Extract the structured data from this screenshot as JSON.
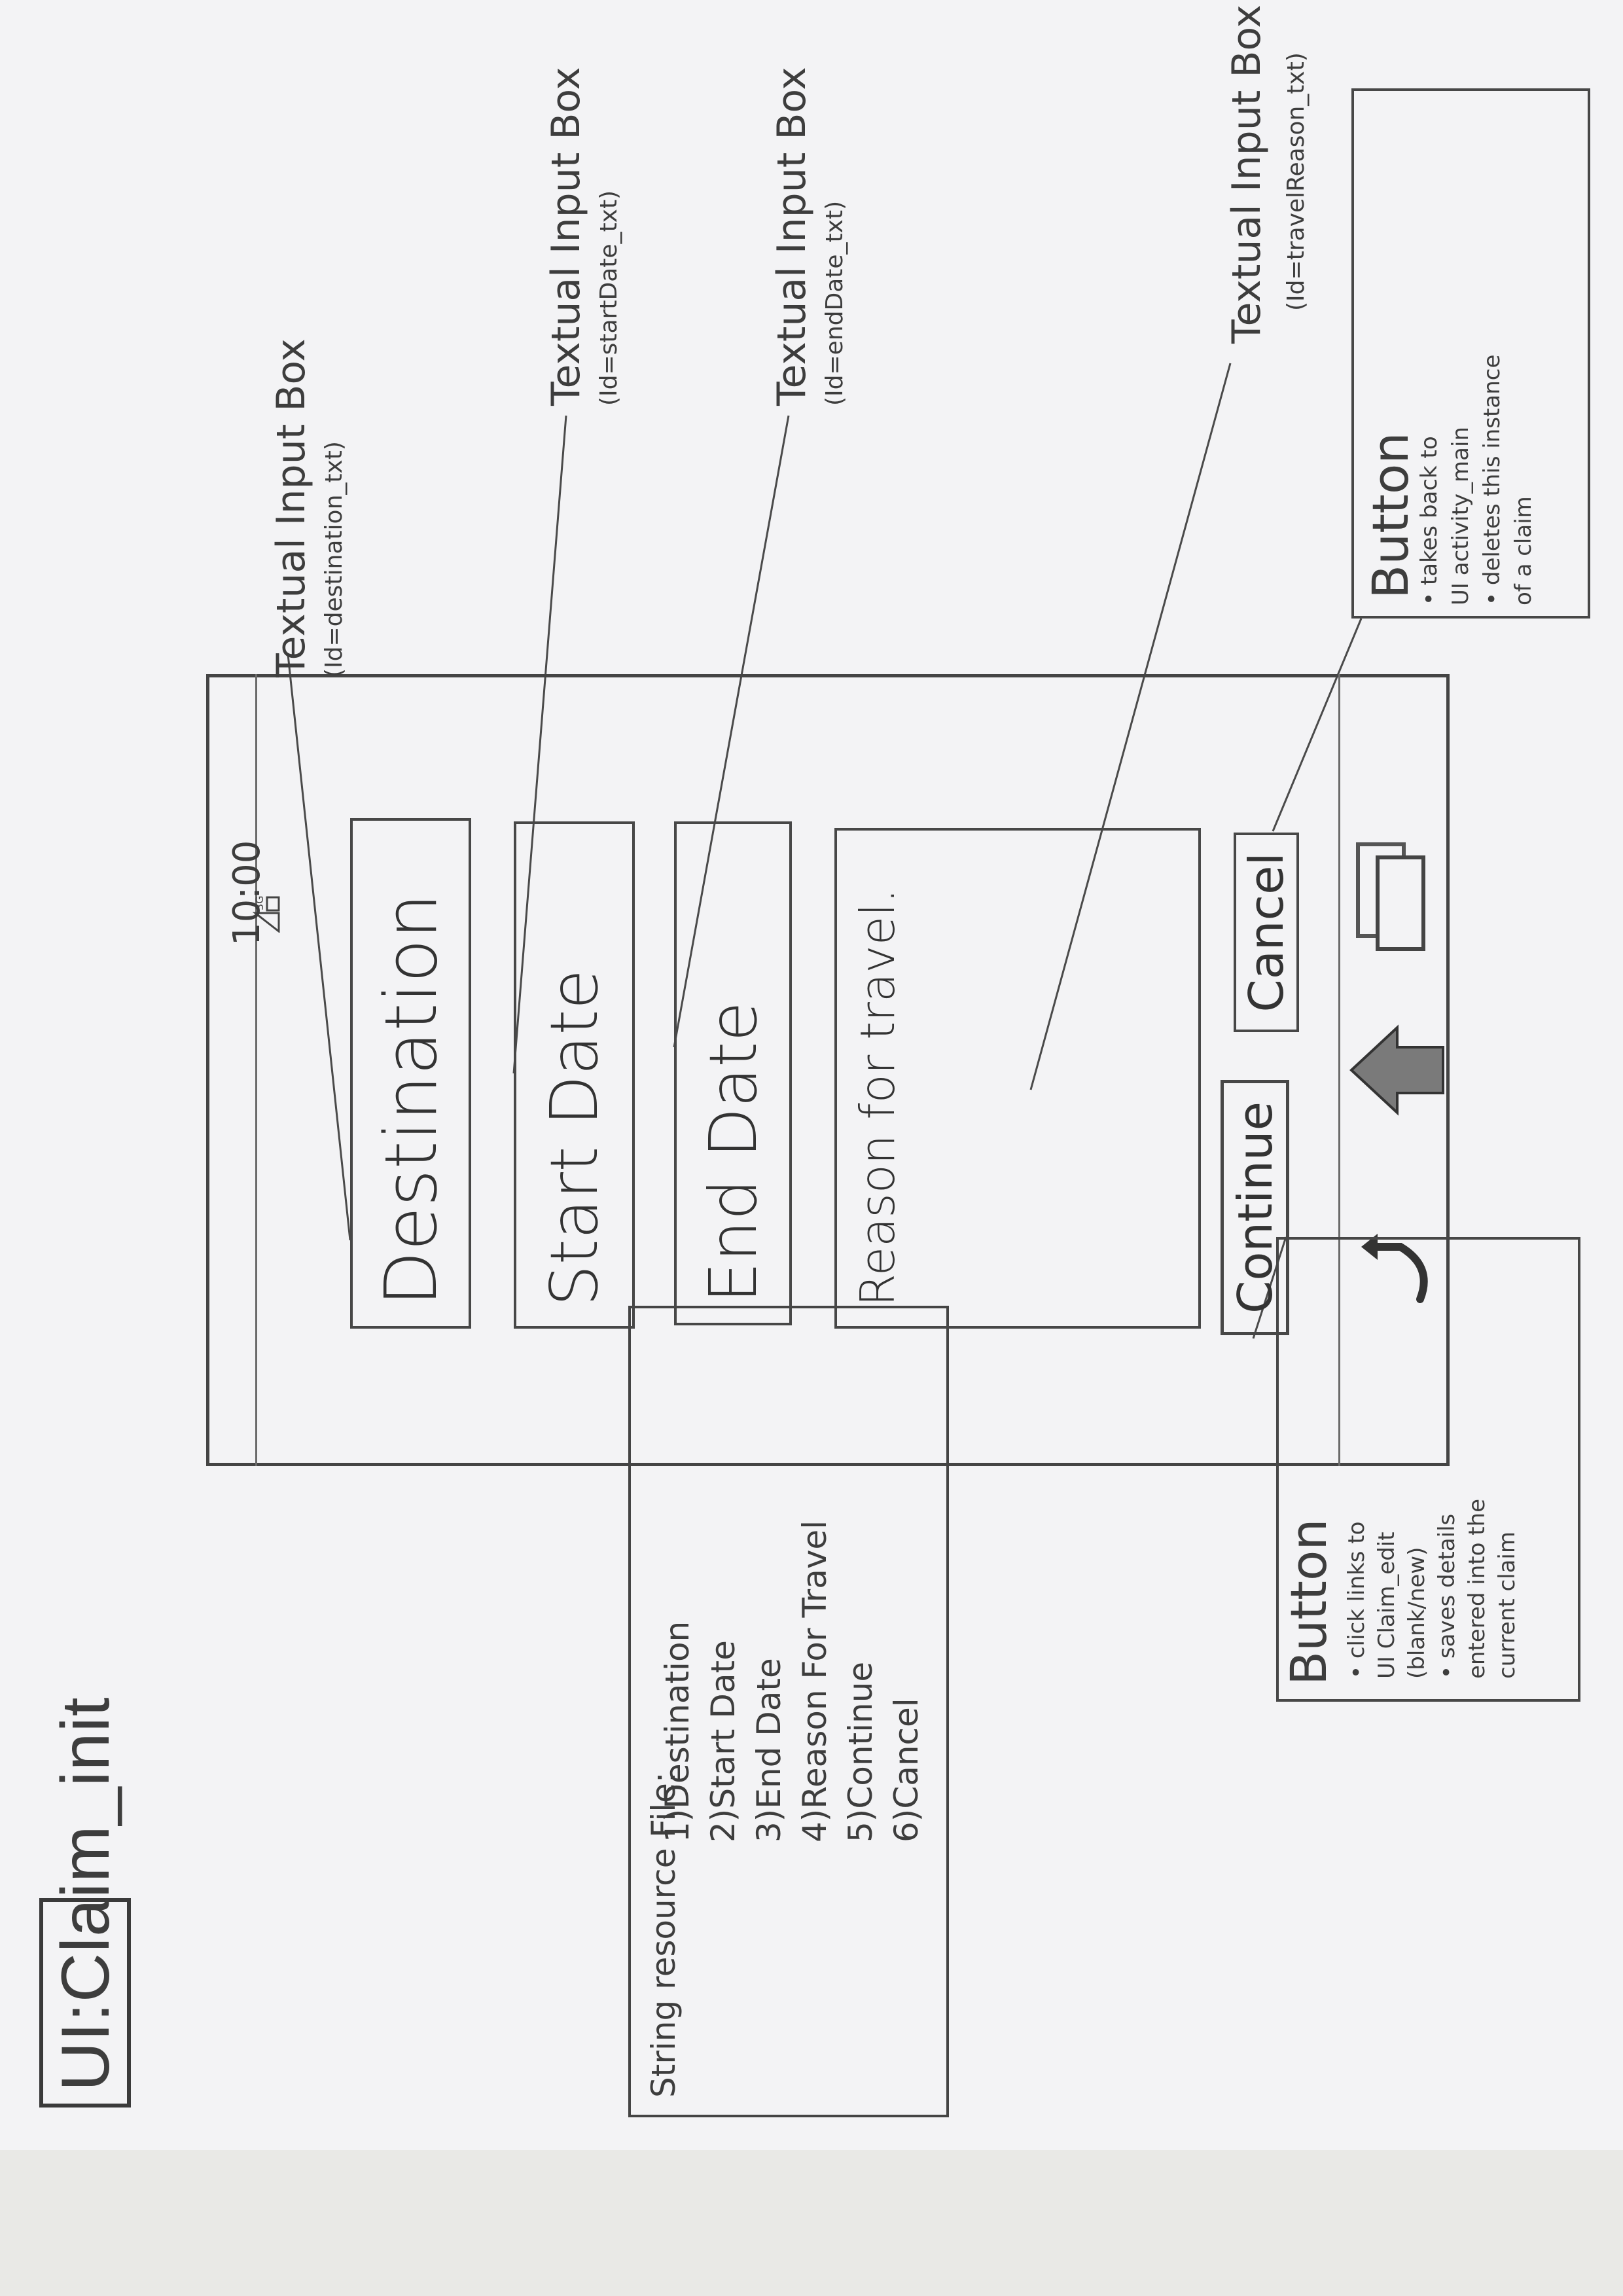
{
  "title": "UI:Claim_init",
  "strings_panel": {
    "label": "String resource File:",
    "items": [
      "1)Destination",
      "2)Start Date",
      "3)End Date",
      "4)Reason For Travel",
      "5)Continue",
      "6)Cancel"
    ]
  },
  "phone": {
    "status_bar": {
      "network": "3G",
      "time": "10:00"
    },
    "fields": {
      "destination": "Destination",
      "start_date": "Start Date",
      "end_date": "End Date",
      "reason": "Reason for travel."
    },
    "buttons": {
      "continue": "Continue",
      "cancel": "Cancel"
    },
    "nav_icons": [
      "back-icon",
      "home-icon",
      "recent-apps-icon"
    ]
  },
  "annotations": {
    "destination": {
      "title": "Textual Input Box",
      "id": "(Id=destination_txt)"
    },
    "start_date": {
      "title": "Textual Input Box",
      "id": "(Id=startDate_txt)"
    },
    "end_date": {
      "title": "Textual Input Box",
      "id": "(Id=endDate_txt)"
    },
    "reason": {
      "title": "Textual Input Box",
      "id": "(Id=travelReason_txt)"
    },
    "cancel_button": {
      "title": "Button",
      "notes": [
        "• takes back to",
        "UI activity_main",
        "• deletes this instance",
        "of a claim"
      ]
    },
    "continue_button": {
      "title": "Button",
      "notes": [
        "• click links to",
        "UI Claim_edit",
        "(blank/new)",
        "• saves details",
        "entered into the",
        "current claim"
      ]
    }
  },
  "colors": {
    "paper": "#f3f3f5",
    "pencil": "#3d3d3d",
    "bottom_strip": "#e9e9e6"
  }
}
